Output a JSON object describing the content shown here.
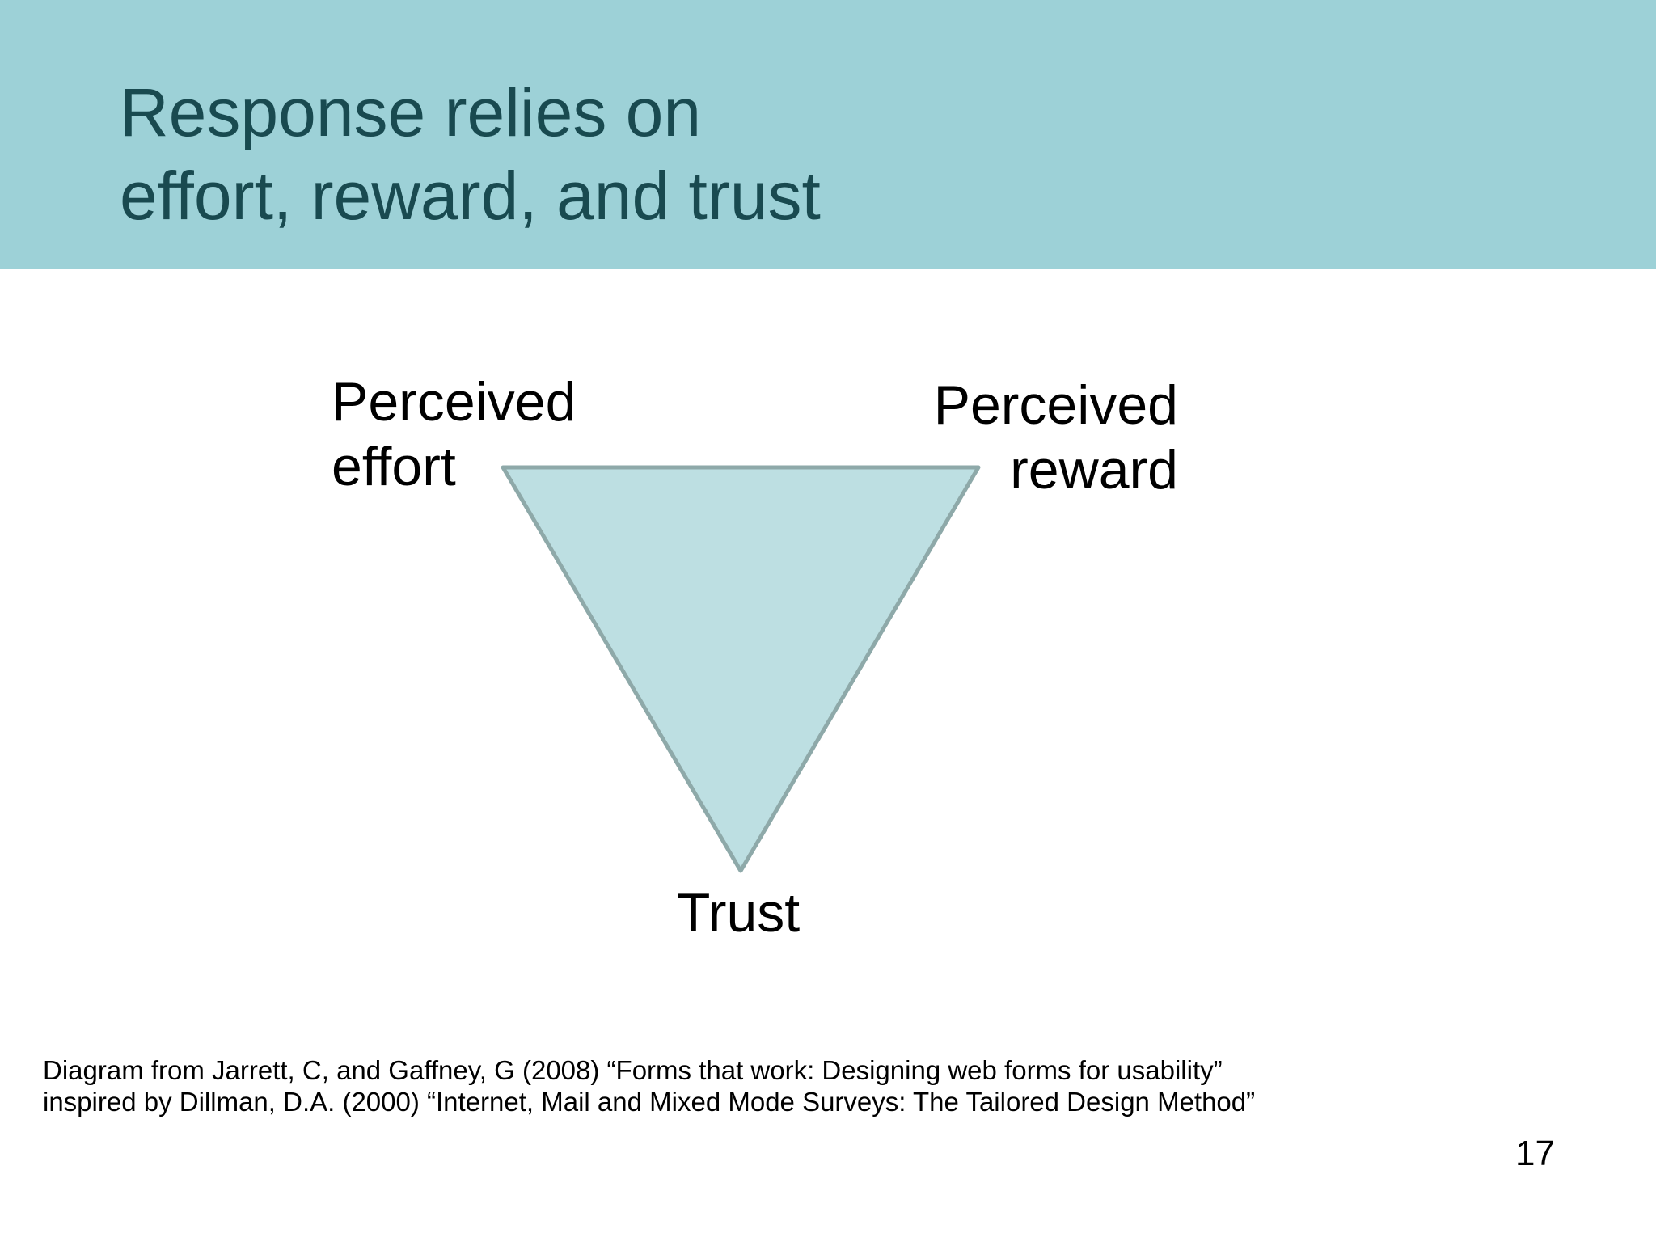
{
  "slide": {
    "title": {
      "line1": "Response relies on",
      "line2": "effort, reward, and trust"
    },
    "diagram": {
      "type": "triangle-inverted",
      "label_top_left": {
        "line1": "Perceived",
        "line2": "effort"
      },
      "label_top_right": {
        "line1": "Perceived",
        "line2": "reward"
      },
      "label_bottom": "Trust"
    },
    "citation": {
      "line1": "Diagram from Jarrett, C, and Gaffney, G (2008) “Forms that work: Designing web forms for usability”",
      "line2": "inspired by Dillman, D.A. (2000) “Internet, Mail and Mixed Mode Surveys: The Tailored Design Method”"
    },
    "page_number": "17",
    "colors": {
      "header_band": "#9dd1d7",
      "title_text": "#194a50",
      "triangle_fill": "#bddfe2",
      "triangle_border": "#8ea9a9",
      "body_text": "#000000",
      "background": "#ffffff"
    }
  }
}
